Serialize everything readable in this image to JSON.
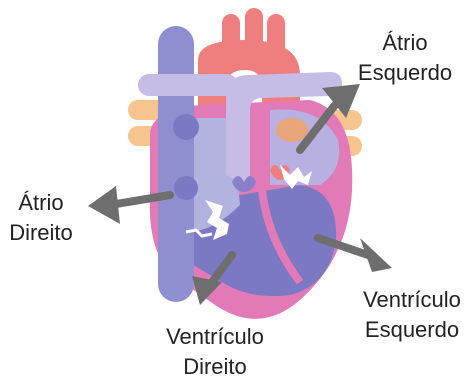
{
  "labels": {
    "left_atrium": {
      "line1": "Átrio",
      "line2": "Esquerdo"
    },
    "right_atrium": {
      "line1": "Átrio",
      "line2": "Direito"
    },
    "right_ventricle": {
      "line1": "Ventrículo",
      "line2": "Direito"
    },
    "left_ventricle": {
      "line1": "Ventrículo",
      "line2": "Esquerdo"
    }
  },
  "colors": {
    "aorta": "#ef7f7f",
    "vena_cava": "#8f8fcf",
    "right_atrium": "#b3b3df",
    "pulmonary_artery": "#c7bce6",
    "pulmonary_veins": "#f6c48f",
    "heart_wall": "#e27ab7",
    "ventricle_interior": "#7b78c4",
    "valves": "#ffffff",
    "arrows": "#6e6e6e"
  }
}
